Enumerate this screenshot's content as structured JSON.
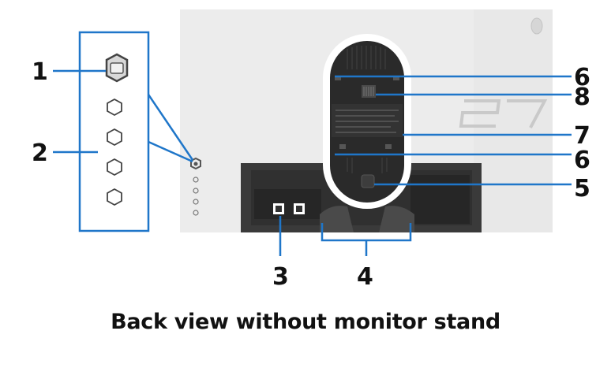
{
  "callouts": {
    "c1": "1",
    "c2": "2",
    "c3": "3",
    "c4": "4",
    "c5": "5",
    "c6_top": "6",
    "c6_bottom": "6",
    "c7": "7",
    "c8": "8"
  },
  "caption": "Back view without monitor stand",
  "colors": {
    "leader": "#1f76c9",
    "panel": "#ececec",
    "port_area": "#3a3a3a",
    "stand_plate": "#2a2a2a",
    "label_text": "#111111"
  }
}
